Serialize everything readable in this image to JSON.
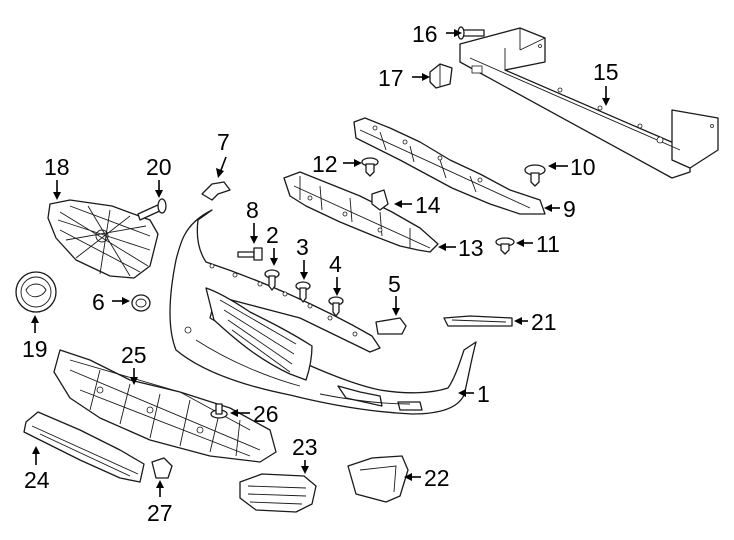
{
  "colors": {
    "line": "#1a1a1a",
    "background": "#ffffff"
  },
  "callouts": {
    "c1": "1",
    "c2": "2",
    "c3": "3",
    "c4": "4",
    "c5": "5",
    "c6": "6",
    "c7": "7",
    "c8": "8",
    "c9": "9",
    "c10": "10",
    "c11": "11",
    "c12": "12",
    "c13": "13",
    "c14": "14",
    "c15": "15",
    "c16": "16",
    "c17": "17",
    "c18": "18",
    "c19": "19",
    "c20": "20",
    "c21": "21",
    "c22": "22",
    "c23": "23",
    "c24": "24",
    "c25": "25",
    "c26": "26",
    "c27": "27"
  }
}
